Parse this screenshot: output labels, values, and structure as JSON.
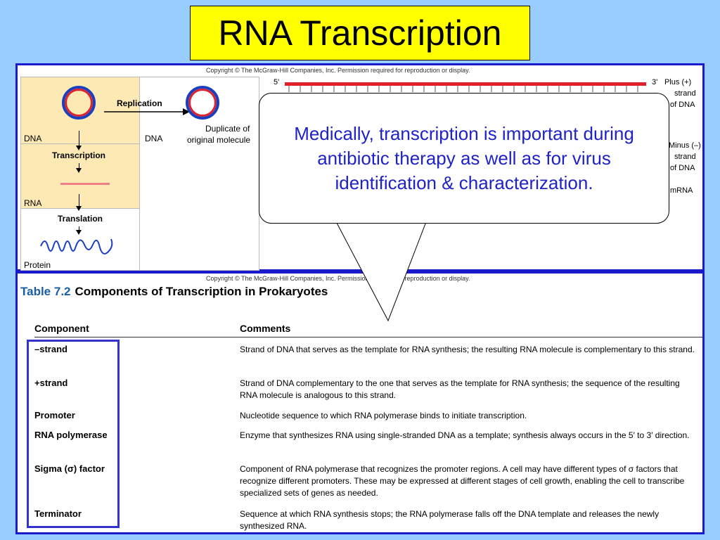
{
  "slide": {
    "title": "RNA Transcription"
  },
  "figure": {
    "copyright": "Copyright © The McGraw-Hill Companies, Inc. Permission required for reproduction or display.",
    "flow": {
      "replication": "Replication",
      "dna_left": "DNA",
      "dna_right": "DNA",
      "duplicate_line1": "Duplicate of",
      "duplicate_line2": "original molecule",
      "transcription": "Transcription",
      "rna": "RNA",
      "translation": "Translation",
      "protein": "Protein"
    },
    "strands": {
      "five_prime": "5'",
      "three_prime": "3'",
      "plus_line1": "Plus (+)",
      "plus_line2": "strand",
      "plus_line3": "of DNA",
      "minus_line1": "Minus (–)",
      "minus_line2": "strand",
      "minus_line3": "of DNA",
      "mrna": "mRNA",
      "plus_color": "#e0202a"
    }
  },
  "table": {
    "copyright": "Copyright © The McGraw-Hill Companies, Inc. Permission required for reproduction or display.",
    "number": "Table 7.2",
    "title": "Components of Transcription in Prokaryotes",
    "col_component": "Component",
    "col_comments": "Comments",
    "rows": [
      {
        "component": "–strand",
        "comment": "Strand of DNA that serves as the template for RNA synthesis; the resulting RNA molecule is complementary to this strand."
      },
      {
        "component": "+strand",
        "comment": "Strand of DNA complementary to the one that serves as the template for RNA synthesis; the sequence of the resulting RNA molecule is analogous to this strand."
      },
      {
        "component": "Promoter",
        "comment": "Nucleotide sequence to which RNA polymerase binds to initiate transcription."
      },
      {
        "component": "RNA polymerase",
        "comment": "Enzyme that synthesizes RNA using single-stranded DNA as a template; synthesis always occurs in the 5′ to 3′ direction."
      },
      {
        "component": "Sigma (σ) factor",
        "comment": "Component of RNA polymerase that recognizes the promoter regions. A cell may have different types of σ factors that recognize different promoters. These may be expressed at different stages of cell growth, enabling the cell to transcribe specialized sets of genes as needed."
      },
      {
        "component": "Terminator",
        "comment": "Sequence at which RNA synthesis stops; the RNA polymerase falls off the DNA template and releases the newly synthesized RNA."
      }
    ]
  },
  "callout": {
    "text": "Medically, transcription is important during antibiotic therapy as well as for virus identification & characterization."
  }
}
